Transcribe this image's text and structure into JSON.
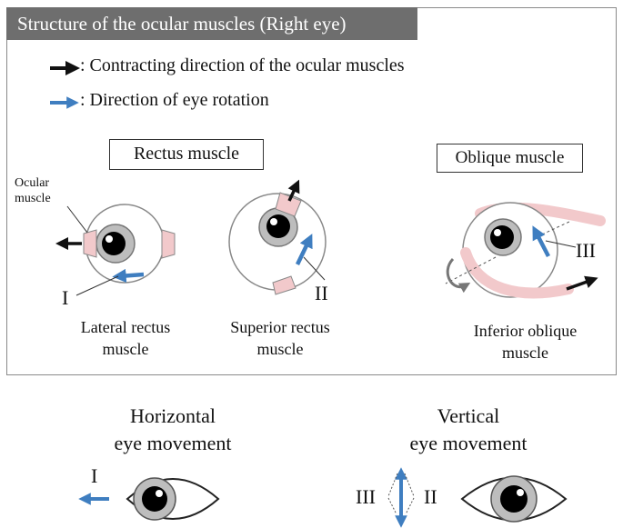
{
  "title": "Structure of the ocular muscles (Right eye)",
  "legend": {
    "black_arrow_text": ": Contracting direction of the ocular muscles",
    "blue_arrow_text": ": Direction of eye rotation"
  },
  "sections": {
    "rectus": "Rectus muscle",
    "oblique": "Oblique muscle"
  },
  "labels": {
    "ocular_muscle_line1": "Ocular",
    "ocular_muscle_line2": "muscle",
    "I": "I",
    "II": "II",
    "III": "III"
  },
  "captions": {
    "lateral_line1": "Lateral rectus",
    "lateral_line2": "muscle",
    "superior_line1": "Superior rectus",
    "superior_line2": "muscle",
    "inferior_line1": "Inferior oblique",
    "inferior_line2": "muscle"
  },
  "bottom": {
    "horizontal_line1": "Horizontal",
    "horizontal_line2": "eye movement",
    "vertical_line1": "Vertical",
    "vertical_line2": "eye movement",
    "I": "I",
    "II": "II",
    "III": "III"
  },
  "colors": {
    "title_bg": "#6e6e6e",
    "blue_arrow": "#3f7ec0",
    "black_arrow": "#111111",
    "muscle_pink": "#f2c9cb",
    "iris_gray": "#bdbdbd"
  }
}
